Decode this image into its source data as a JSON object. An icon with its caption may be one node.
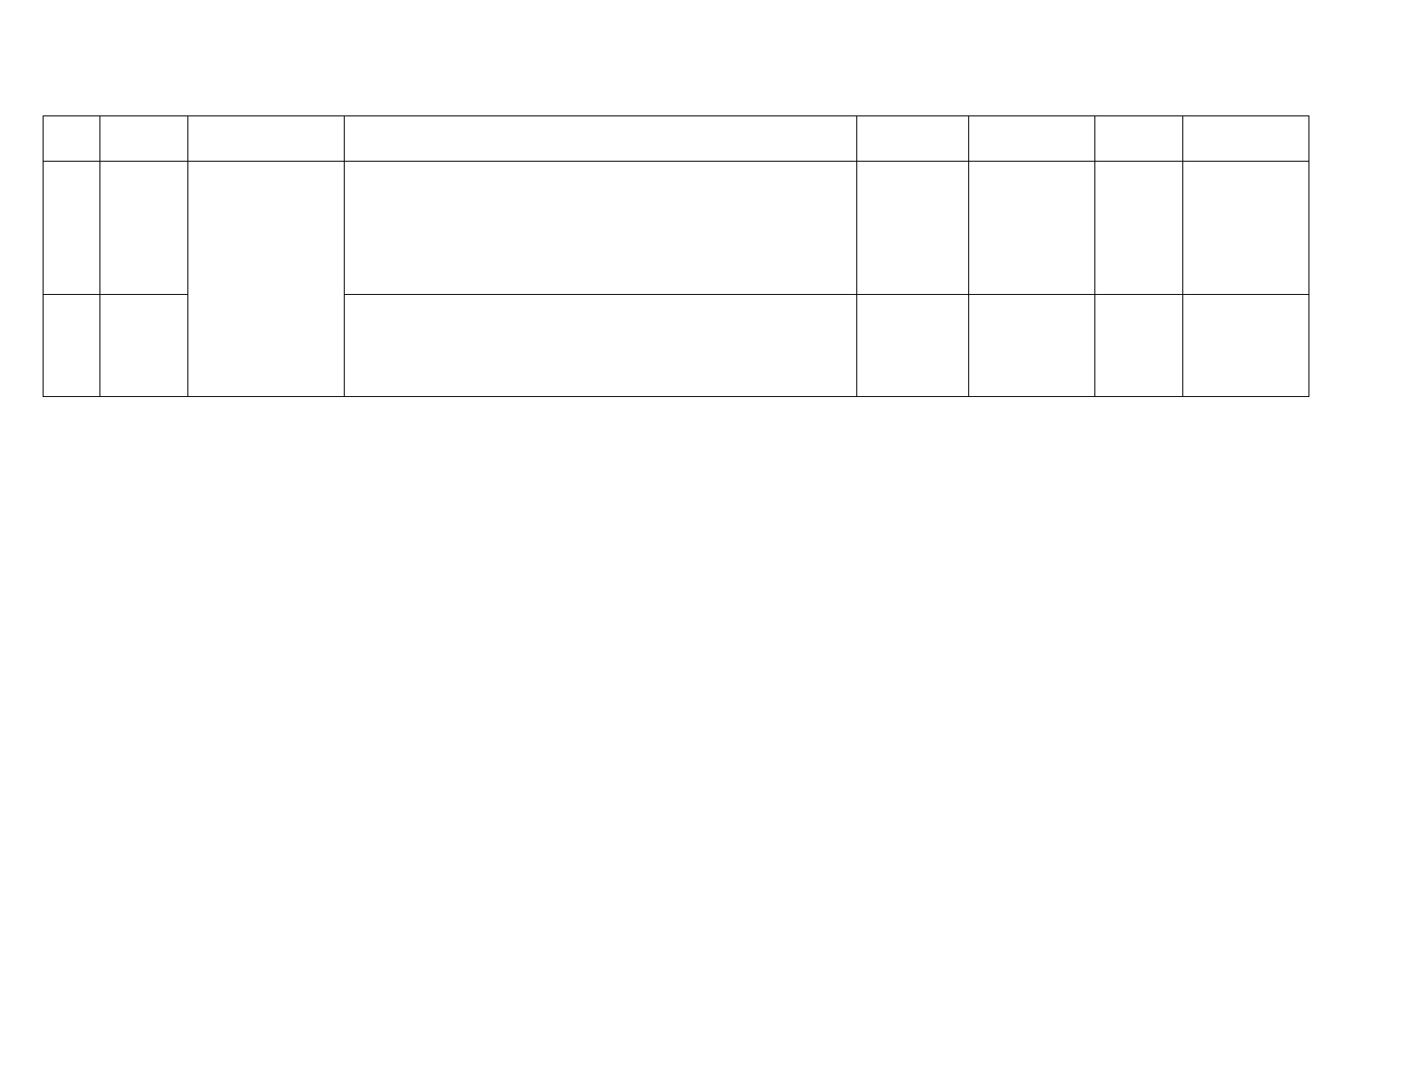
{
  "diagram": {
    "nodes": [
      {
        "text": [],
        "shape": "box"
      },
      {
        "text": [],
        "shape": "box"
      },
      {
        "text": [],
        "shape": "box"
      },
      {
        "text": [],
        "shape": "box"
      },
      {
        "text": [],
        "shape": "box"
      },
      {
        "text": [],
        "shape": "box"
      },
      {
        "text": [],
        "shape": "box"
      },
      {
        "text": [],
        "shape": "box"
      },
      {
        "text": [],
        "shape": "box"
      },
      {
        "text": [],
        "shape": "box"
      },
      {
        "text": [],
        "shape": "box"
      },
      {
        "text": [],
        "shape": "box"
      },
      {
        "text": [],
        "shape": "box"
      },
      {
        "text": [],
        "shape": "box"
      },
      {
        "text": [],
        "shape": "box"
      },
      {
        "text": [],
        "shape": "box"
      },
      {
        "text": [],
        "shape": "box"
      },
      {
        "text": [],
        "shape": "box"
      },
      {
        "text": [],
        "shape": "box"
      },
      {
        "text": [],
        "shape": "box"
      },
      {
        "text": [],
        "shape": "box"
      },
      {
        "text": [],
        "shape": "box"
      },
      {
        "text": [],
        "shape": "box"
      }
    ]
  }
}
